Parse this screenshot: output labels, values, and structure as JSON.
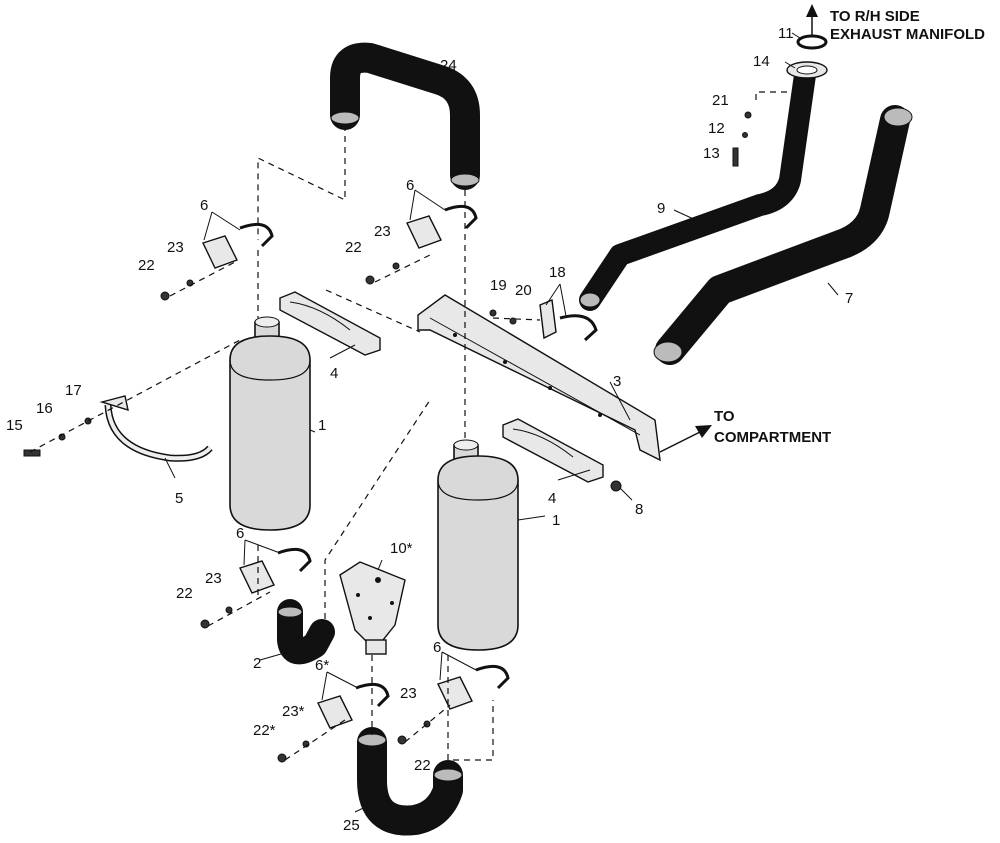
{
  "labels": {
    "p1a": "1",
    "p1b": "1",
    "p2": "2",
    "p3": "3",
    "p4a": "4",
    "p4b": "4",
    "p5": "5",
    "p6a": "6",
    "p6b": "6",
    "p6c": "6",
    "p6d": "6",
    "p6star": "6*",
    "p7": "7",
    "p8": "8",
    "p9": "9",
    "p10": "10*",
    "p11": "11",
    "p12": "12",
    "p13": "13",
    "p14": "14",
    "p15": "15",
    "p16": "16",
    "p17": "17",
    "p18": "18",
    "p19": "19",
    "p20": "20",
    "p21": "21",
    "p22a": "22",
    "p22b": "22",
    "p22c": "22",
    "p22d": "22",
    "p22star": "22*",
    "p23a": "23",
    "p23b": "23",
    "p23c": "23",
    "p23d": "23",
    "p23star": "23*",
    "p24": "24",
    "p25": "25"
  },
  "notes": {
    "rh_line1": "TO R/H SIDE",
    "rh_line2": "EXHAUST MANIFOLD",
    "comp_line1": "TO",
    "comp_line2": "COMPARTMENT"
  }
}
